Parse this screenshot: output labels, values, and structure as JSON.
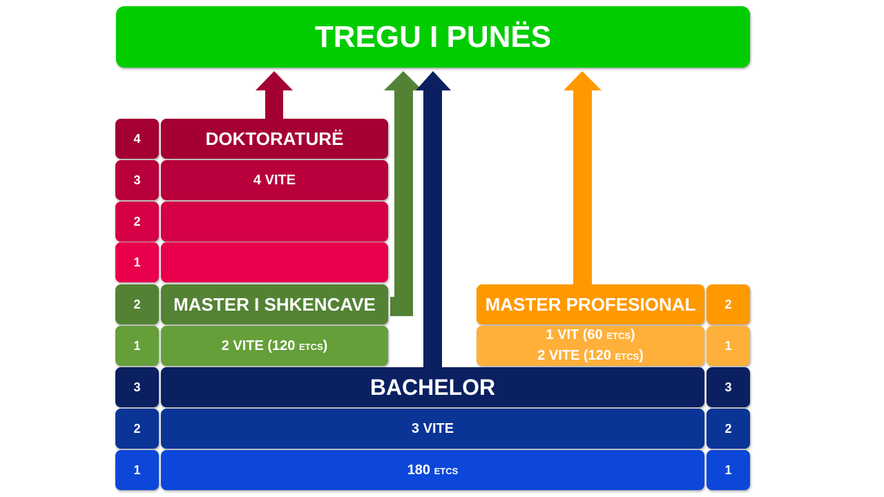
{
  "labor_market": {
    "title": "TREGU I PUNËS",
    "color": "#00cc00"
  },
  "doctorate": {
    "title": "DOKTORATURË",
    "duration": "4 VITE",
    "years": [
      "4",
      "3",
      "2",
      "1"
    ],
    "colors": [
      "#a50034",
      "#b8003c",
      "#d50046",
      "#e8004c"
    ]
  },
  "master_science": {
    "title": "MASTER I SHKENCAVE",
    "duration_prefix": "2 VITE (120 ",
    "duration_unit": "ETCS",
    "duration_suffix": ")",
    "years": [
      "2",
      "1"
    ],
    "colors": [
      "#548235",
      "#659f3a"
    ]
  },
  "master_professional": {
    "title": "MASTER PROFESIONAL",
    "line1_prefix": "1 VIT (60 ",
    "line1_unit": "ETCS",
    "line1_suffix": ")",
    "line2_prefix": "2 VITE (120 ",
    "line2_unit": "ETCS",
    "line2_suffix": ")",
    "years": [
      "2",
      "1"
    ],
    "colors": [
      "#ff9900",
      "#ffb03b"
    ]
  },
  "bachelor": {
    "title": "BACHELOR",
    "duration": "3 VITE",
    "credits_value": "180 ",
    "credits_unit": "ETCS",
    "years": [
      "3",
      "2",
      "1"
    ],
    "colors": [
      "#0b2060",
      "#0a3597",
      "#0d47d9"
    ]
  },
  "arrow_colors": {
    "doctorate": "#a50034",
    "master_science": "#548235",
    "bachelor": "#0b2060",
    "master_professional": "#ff9900"
  }
}
